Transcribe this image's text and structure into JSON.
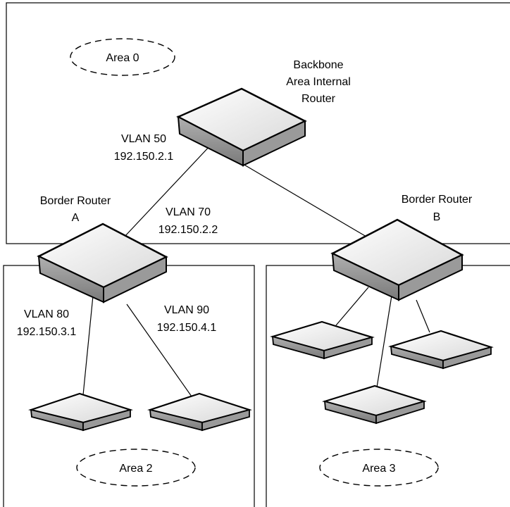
{
  "areas": {
    "area0": "Area 0",
    "area2": "Area 2",
    "area3": "Area 3"
  },
  "routers": {
    "backbone": [
      "Backbone",
      "Area Internal",
      "Router"
    ],
    "border_a": [
      "Border Router",
      "A"
    ],
    "border_b": [
      "Border Router",
      "B"
    ]
  },
  "links": {
    "vlan50": [
      "VLAN 50",
      "192.150.2.1"
    ],
    "vlan70": [
      "VLAN 70",
      "192.150.2.2"
    ],
    "vlan80": [
      "VLAN 80",
      "192.150.3.1"
    ],
    "vlan90": [
      "VLAN 90",
      "192.150.4.1"
    ]
  }
}
